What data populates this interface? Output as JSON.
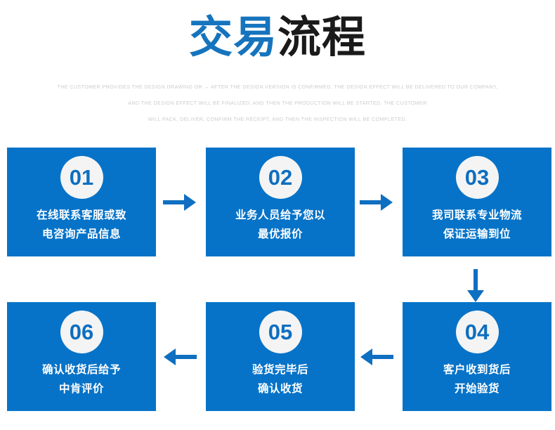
{
  "header": {
    "title_accent": "交易",
    "title_rest": "流程",
    "subtitle_lines": [
      "THE CUSTOMER PROVIDES THE DESIGN DRAWING OR → AFTER THE DESIGN VERSION IS CONFIRMED, THE DESIGN EFFECT WILL BE DELIVERED TO OUR COMPANY,",
      "AND THE DESIGN EFFECT WILL BE FINALIZED, AND THEN THE PRODUCTION WILL BE STARTED. THE CUSTOMER",
      "WILL PACK, DELIVER, CONFIRM THE RECEIPT, AND THEN THE INSPECTION WILL BE COMPLETED."
    ]
  },
  "colors": {
    "box_blue": "#0673c8",
    "title_blue": "#1574bd",
    "arrow_blue": "#0f6fc0",
    "circle_bg": "#f4f4f4",
    "subtitle_gray": "#cdcdcd"
  },
  "steps": [
    {
      "number": "01",
      "line1": "在线联系客服或致",
      "line2": "电咨询产品信息"
    },
    {
      "number": "02",
      "line1": "业务人员给予您以",
      "line2": "最优报价"
    },
    {
      "number": "03",
      "line1": "我司联系专业物流",
      "line2": "保证运输到位"
    },
    {
      "number": "04",
      "line1": "客户收到货后",
      "line2": "开始验货"
    },
    {
      "number": "05",
      "line1": "验货完毕后",
      "line2": "确认收货"
    },
    {
      "number": "06",
      "line1": "确认收货后给予",
      "line2": "中肯评价"
    }
  ],
  "arrows": [
    {
      "name": "arrow-right-step1-to-step2",
      "direction": "right"
    },
    {
      "name": "arrow-right-step2-to-step3",
      "direction": "right"
    },
    {
      "name": "arrow-down-step3-to-step4",
      "direction": "down"
    },
    {
      "name": "arrow-left-step4-to-step5",
      "direction": "left"
    },
    {
      "name": "arrow-left-step5-to-step6",
      "direction": "left"
    }
  ]
}
